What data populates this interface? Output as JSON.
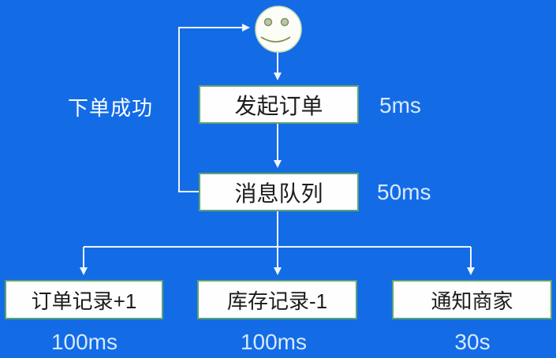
{
  "colors": {
    "bg": "#136ce6",
    "box-fill": "#fefefe",
    "box-border": "#5ea371",
    "box-text": "#1c1c1c",
    "line": "#eef5fd",
    "label-text": "#ffffff",
    "latency-text": "#d9e9fb",
    "smiley-face": "#fdfdf8",
    "smiley-outline": "#c4ddb2",
    "smiley-feature": "#7e9055"
  },
  "diagram": {
    "success_label": "下单成功",
    "actor_icon": "smiley-user-icon",
    "nodes": [
      {
        "id": "initiate-order",
        "label": "发起订单",
        "latency": "5ms"
      },
      {
        "id": "message-queue",
        "label": "消息队列",
        "latency": "50ms"
      },
      {
        "id": "order-record",
        "label": "订单记录+1",
        "latency": "100ms"
      },
      {
        "id": "stock-record",
        "label": "库存记录-1",
        "latency": "100ms"
      },
      {
        "id": "notify-merchant",
        "label": "通知商家",
        "latency": "30s"
      }
    ]
  }
}
